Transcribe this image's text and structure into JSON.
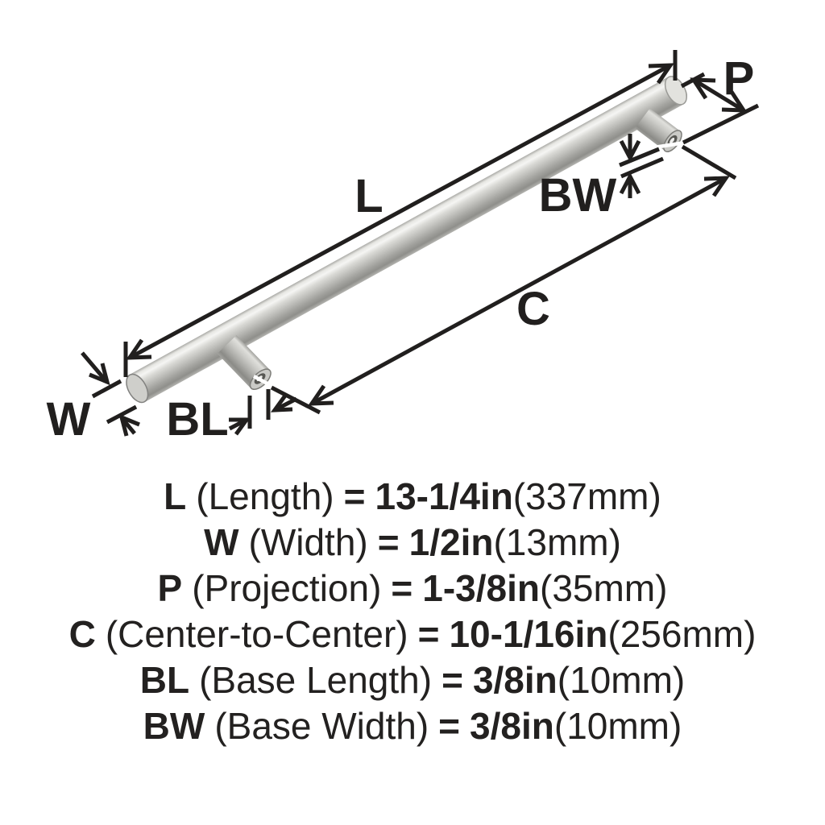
{
  "diagram": {
    "labels": {
      "length": "L",
      "width": "W",
      "projection": "P",
      "center_to_center": "C",
      "base_length": "BL",
      "base_width": "BW"
    }
  },
  "legend": {
    "rows": [
      {
        "abbr": "L",
        "name": "(Length)",
        "eq": "=",
        "value": "13-1/4in",
        "metric": "(337mm)"
      },
      {
        "abbr": "W",
        "name": "(Width)",
        "eq": "=",
        "value": "1/2in",
        "metric": "(13mm)"
      },
      {
        "abbr": "P",
        "name": "(Projection)",
        "eq": "=",
        "value": "1-3/8in",
        "metric": "(35mm)"
      },
      {
        "abbr": "C",
        "name": "(Center-to-Center)",
        "eq": "=",
        "value": "10-1/16in",
        "metric": "(256mm)"
      },
      {
        "abbr": "BL",
        "name": "(Base Length)",
        "eq": "=",
        "value": "3/8in",
        "metric": "(10mm)"
      },
      {
        "abbr": "BW",
        "name": "(Base Width)",
        "eq": "=",
        "value": "3/8in",
        "metric": "(10mm)"
      }
    ]
  },
  "colors": {
    "line": "#211f1e",
    "text": "#232120",
    "steel_highlight": "#f5f5f3",
    "steel_mid": "#c0c0bc",
    "steel_shadow": "#8f8f8b"
  }
}
